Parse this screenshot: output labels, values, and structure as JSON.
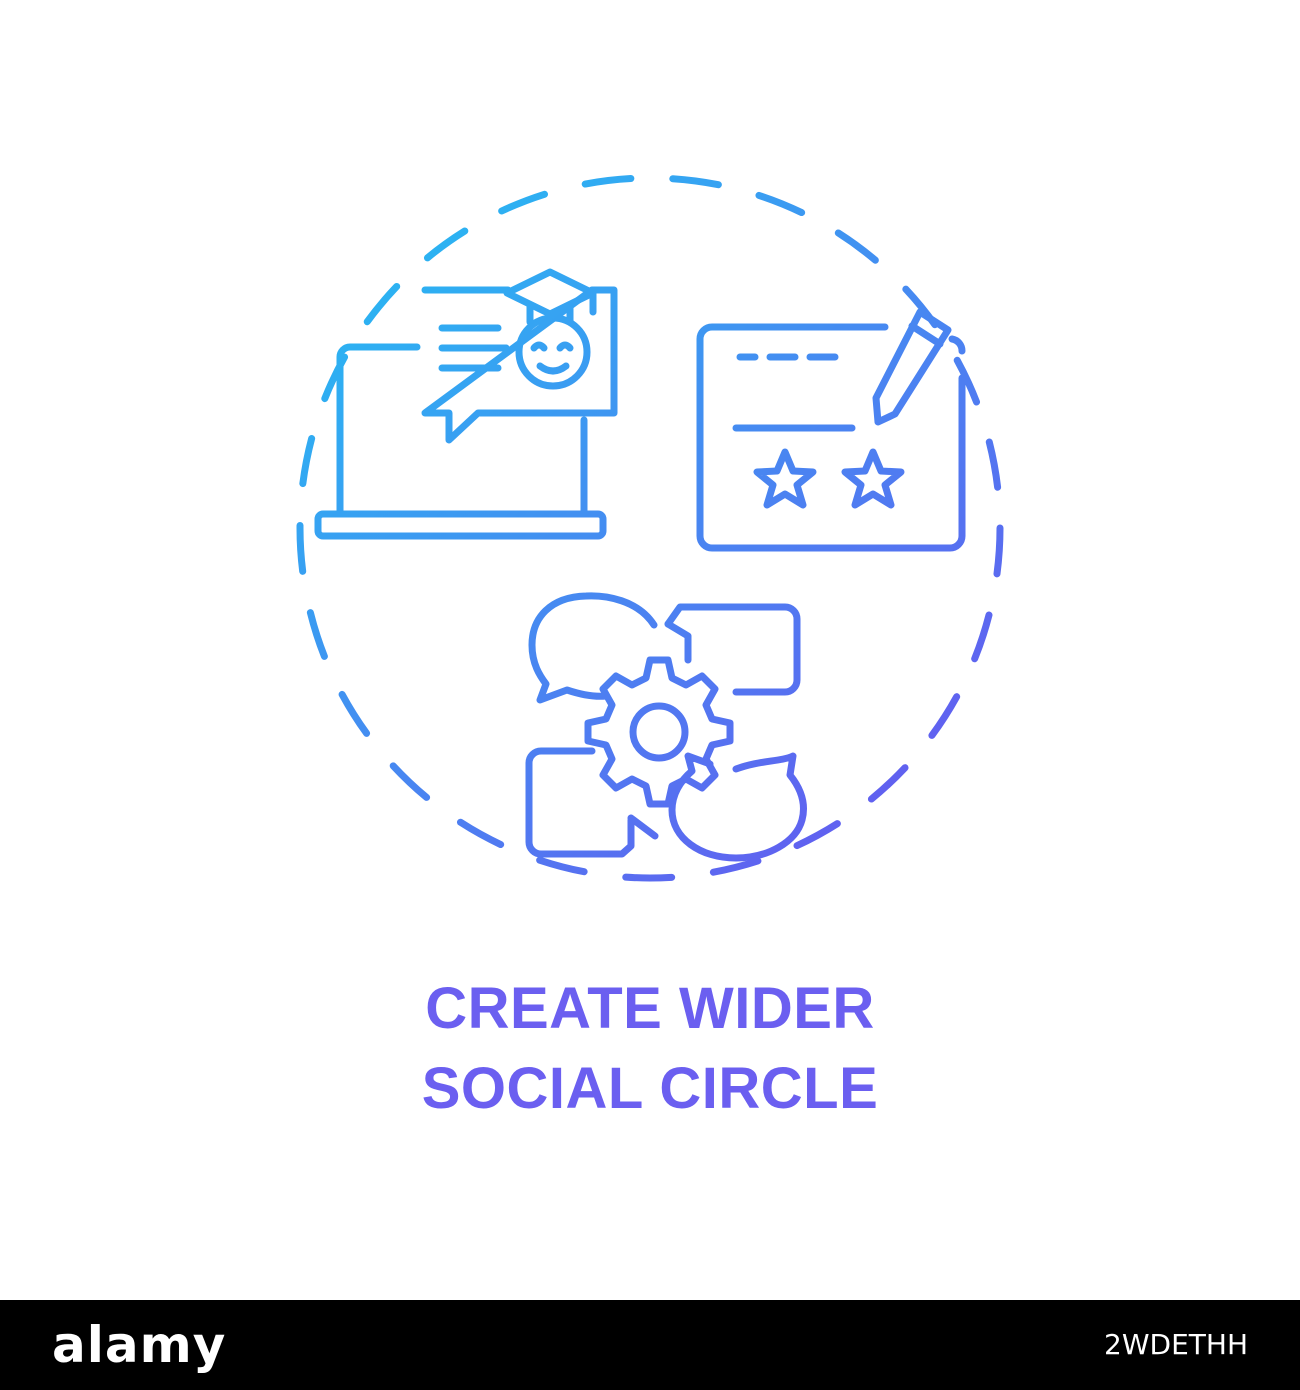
{
  "caption": {
    "line1": "CREATE WIDER",
    "line2": "SOCIAL CIRCLE"
  },
  "footer": {
    "brand": "alamy",
    "image_code": "2WDETHH"
  },
  "colors": {
    "gradient_start": "#25bdf2",
    "gradient_end": "#6a52f0",
    "caption": "#6b5ff0",
    "footer_background": "#000000",
    "footer_text": "#ffffff"
  },
  "icons": [
    "laptop-chat-graduate-icon",
    "rating-card-pencil-icon",
    "chat-bubbles-gear-icon"
  ]
}
